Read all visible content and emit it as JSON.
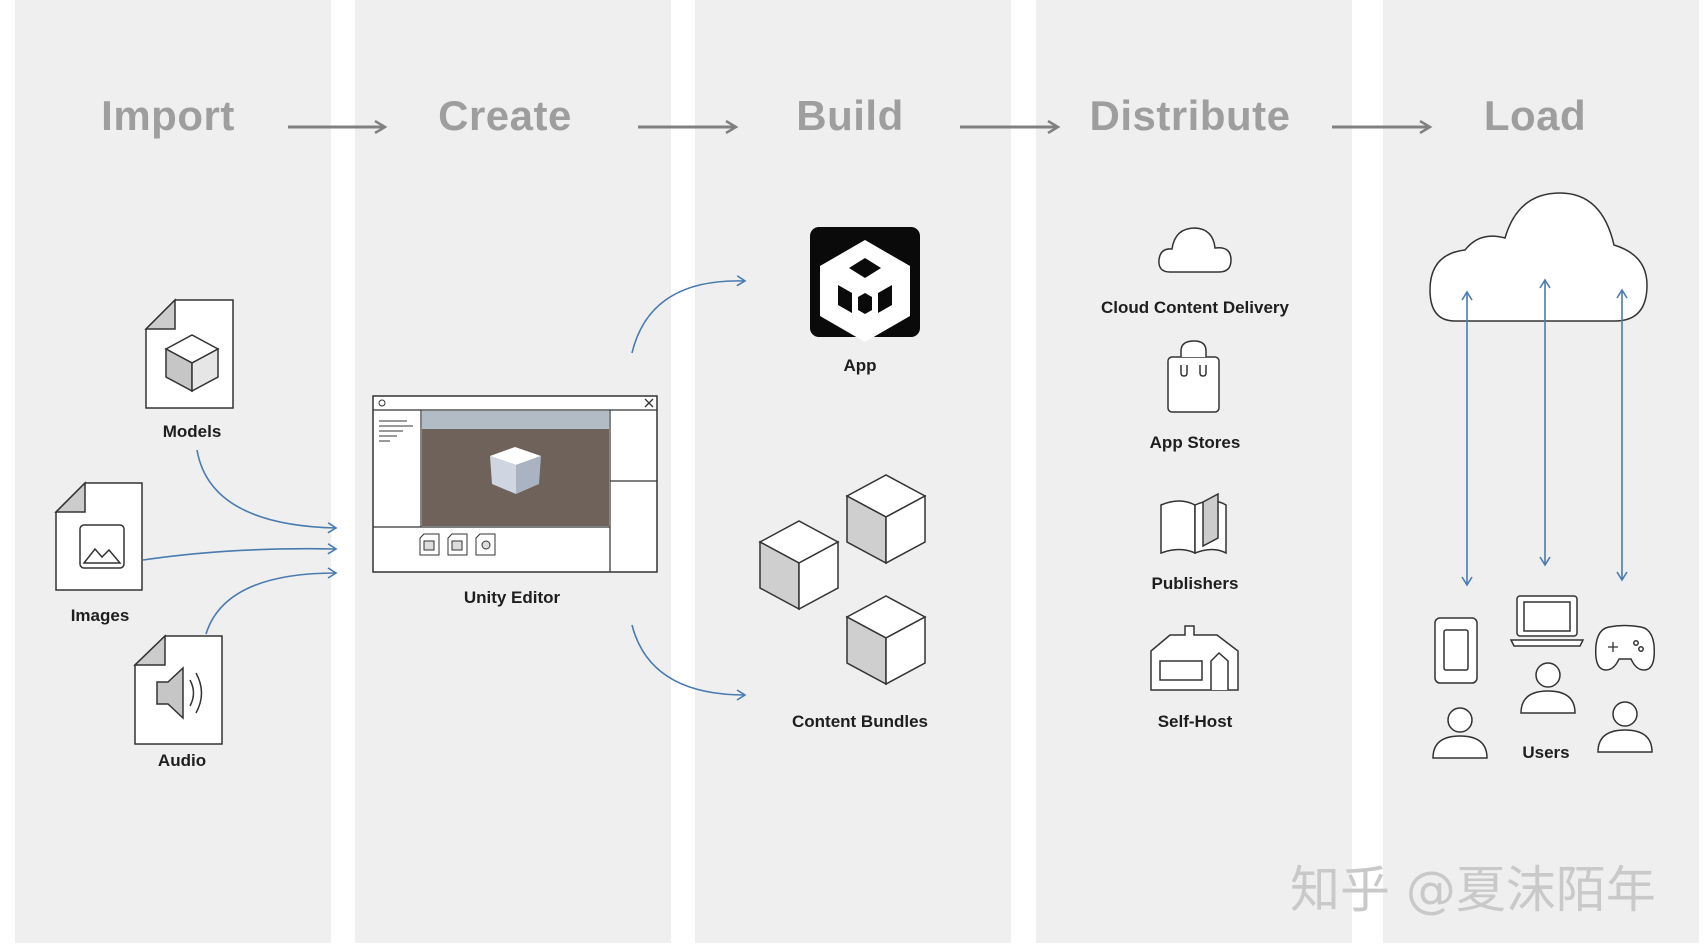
{
  "stages": [
    "Import",
    "Create",
    "Build",
    "Distribute",
    "Load"
  ],
  "import_items": {
    "models": "Models",
    "images": "Images",
    "audio": "Audio"
  },
  "create_items": {
    "editor": "Unity Editor"
  },
  "build_items": {
    "app": "App",
    "bundles": "Content Bundles"
  },
  "distribute_items": {
    "cdn": "Cloud Content Delivery",
    "stores": "App Stores",
    "publishers": "Publishers",
    "selfhost": "Self-Host"
  },
  "load_items": {
    "users": "Users"
  },
  "watermark": "知乎 @夏沫陌年",
  "colors": {
    "column": "#efefef",
    "stage_text": "#9e9e9e",
    "flow_arrow": "#4a7bb0",
    "stage_arrow": "#808080"
  }
}
